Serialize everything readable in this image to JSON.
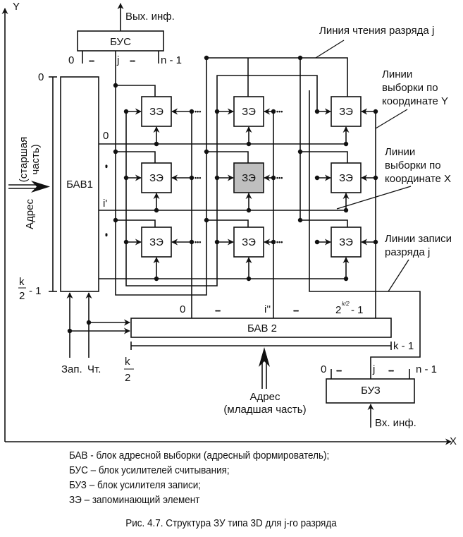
{
  "axes": {
    "y_label": "Y",
    "x_label": "X"
  },
  "blocks": {
    "bus": "БУС",
    "bav1": "БАВ1",
    "bav2": "БАВ 2",
    "buz": "БУЗ",
    "cell": "ЗЭ"
  },
  "bus_io": {
    "output_label": "Вых. инф.",
    "index_0": "0",
    "index_j": "j",
    "index_last": "n - 1",
    "dots": "•••••"
  },
  "buz_io": {
    "input_label": "Вх. инф.",
    "index_0": "0",
    "index_j": "j",
    "index_last": "n - 1",
    "dots": "•••••"
  },
  "bav1_io": {
    "address_label": "Адрес",
    "address_sub": "(старшая часть)",
    "address_sub_line1": "(старшая",
    "address_sub_line2": "часть)",
    "range_start": "0",
    "range_end_num": "k",
    "range_end_den": "2",
    "range_end_suffix": "- 1",
    "row_0": "0",
    "row_i": "i'",
    "write_label": "Зап.",
    "read_label": "Чт."
  },
  "bav2_io": {
    "col_0": "0",
    "col_i": "i''",
    "col_last_base": "2",
    "col_last_exp": "k/2",
    "col_last_suffix": "- 1",
    "range_start_num": "k",
    "range_start_den": "2",
    "range_end": "k - 1",
    "address_label": "Адрес",
    "address_sub": "(младшая часть)",
    "dots": "•••••"
  },
  "annotations": {
    "read_line": "Линия чтения разряда j",
    "y_select_1": "Линии",
    "y_select_2": "выборки по",
    "y_select_3": "координате Y",
    "x_select_1": "Линии",
    "x_select_2": "выборки по",
    "x_select_3": "координате X",
    "write_lines_1": "Линии записи",
    "write_lines_2": "разряда j"
  },
  "matrix": {
    "rows": 3,
    "cols": 3,
    "selected_cell": {
      "row": 1,
      "col": 1
    },
    "selected_fill": "#bfbfbf"
  },
  "legend": [
    "БАВ - блок адресной выборки (адресный формирователь);",
    "БУС – блок усилителей считывания;",
    "БУЗ – блок усилителя записи;",
    "ЗЭ – запоминающий элемент"
  ],
  "caption": "Рис. 4.7. Структура ЗУ типа 3D для j-го разряда"
}
